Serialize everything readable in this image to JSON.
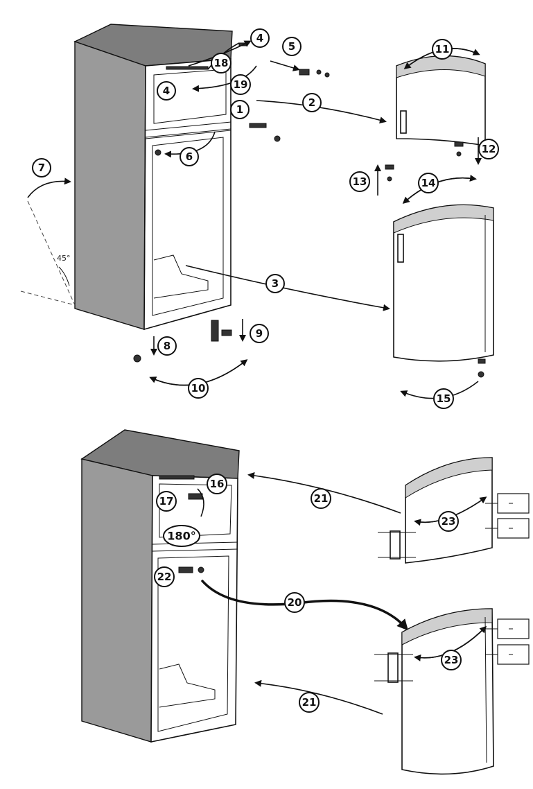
{
  "diagram": {
    "step_labels": [
      "1",
      "2",
      "3",
      "4",
      "4",
      "5",
      "6",
      "7",
      "8",
      "9",
      "10",
      "11",
      "12",
      "13",
      "14",
      "15",
      "16",
      "17",
      "18",
      "19",
      "20",
      "21",
      "21",
      "22",
      "23",
      "23"
    ],
    "angle_label": "45°",
    "rotation_label": "180°"
  }
}
